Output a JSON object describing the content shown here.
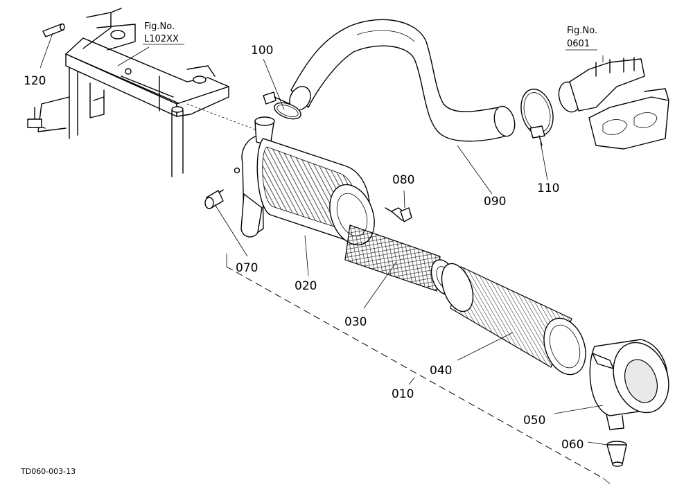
{
  "figure_refs": [
    {
      "id": "frame-ref",
      "fig_label": "Fig.No.",
      "fig_number": "L102XX"
    },
    {
      "id": "engine-ref",
      "fig_label": "Fig.No.",
      "fig_number": "0601"
    }
  ],
  "parts": {
    "p010": "010",
    "p020": "020",
    "p030": "030",
    "p040": "040",
    "p050": "050",
    "p060": "060",
    "p070": "070",
    "p080": "080",
    "p090": "090",
    "p100": "100",
    "p110": "110",
    "p120": "120"
  },
  "drawing_code": "TD060-003-13"
}
